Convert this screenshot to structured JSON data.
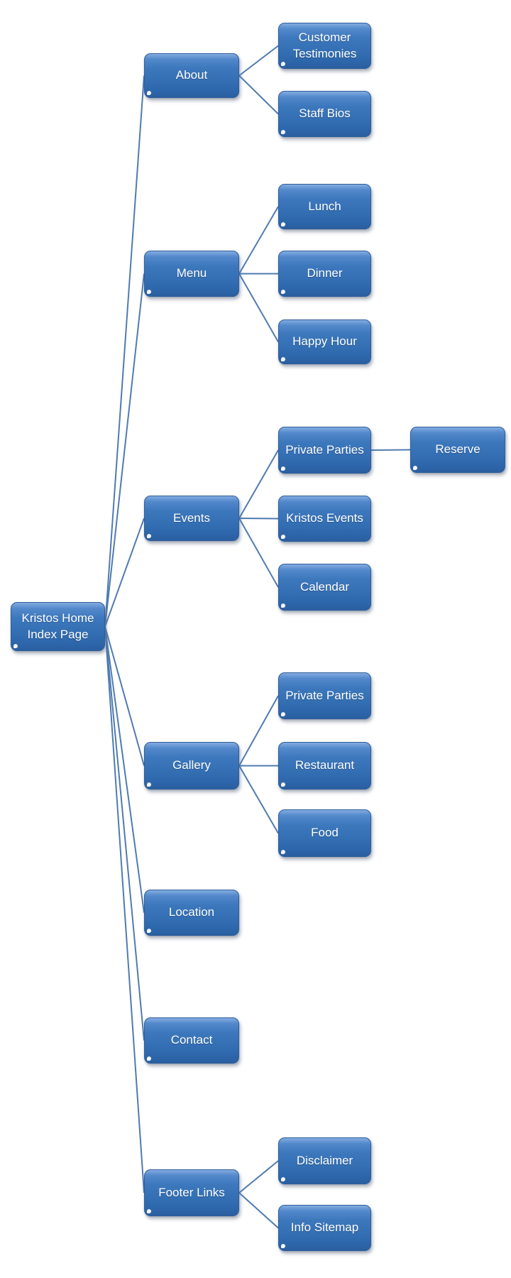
{
  "diagram": {
    "type": "sitemap-tree",
    "colors": {
      "box_gradient_top": "#83ACE0",
      "box_gradient_mid": "#346FB4",
      "box_gradient_bottom": "#2A5FA1",
      "box_border": "#2E5E9D",
      "connector": "#4F7BB1",
      "label_text": "#FFFFFF",
      "background": "#FFFFFF"
    },
    "root_id": "root",
    "nodes": [
      {
        "id": "root",
        "label": "Kristos Home Index Page",
        "parent": null
      },
      {
        "id": "about",
        "label": "About",
        "parent": "root"
      },
      {
        "id": "customer-testimonies",
        "label": "Customer Testimonies",
        "parent": "about"
      },
      {
        "id": "staff-bios",
        "label": "Staff Bios",
        "parent": "about"
      },
      {
        "id": "menu",
        "label": "Menu",
        "parent": "root"
      },
      {
        "id": "lunch",
        "label": "Lunch",
        "parent": "menu"
      },
      {
        "id": "dinner",
        "label": "Dinner",
        "parent": "menu"
      },
      {
        "id": "happy-hour",
        "label": "Happy Hour",
        "parent": "menu"
      },
      {
        "id": "events",
        "label": "Events",
        "parent": "root"
      },
      {
        "id": "private-parties-events",
        "label": "Private Parties",
        "parent": "events"
      },
      {
        "id": "reserve",
        "label": "Reserve",
        "parent": "private-parties-events"
      },
      {
        "id": "kristos-events",
        "label": "Kristos Events",
        "parent": "events"
      },
      {
        "id": "calendar",
        "label": "Calendar",
        "parent": "events"
      },
      {
        "id": "gallery",
        "label": "Gallery",
        "parent": "root"
      },
      {
        "id": "private-parties-gallery",
        "label": "Private Parties",
        "parent": "gallery"
      },
      {
        "id": "restaurant",
        "label": "Restaurant",
        "parent": "gallery"
      },
      {
        "id": "food",
        "label": "Food",
        "parent": "gallery"
      },
      {
        "id": "location",
        "label": "Location",
        "parent": "root"
      },
      {
        "id": "contact",
        "label": "Contact",
        "parent": "root"
      },
      {
        "id": "footer-links",
        "label": "Footer Links",
        "parent": "root"
      },
      {
        "id": "disclaimer",
        "label": "Disclaimer",
        "parent": "footer-links"
      },
      {
        "id": "info-sitemap",
        "label": "Info Sitemap",
        "parent": "footer-links"
      }
    ]
  }
}
